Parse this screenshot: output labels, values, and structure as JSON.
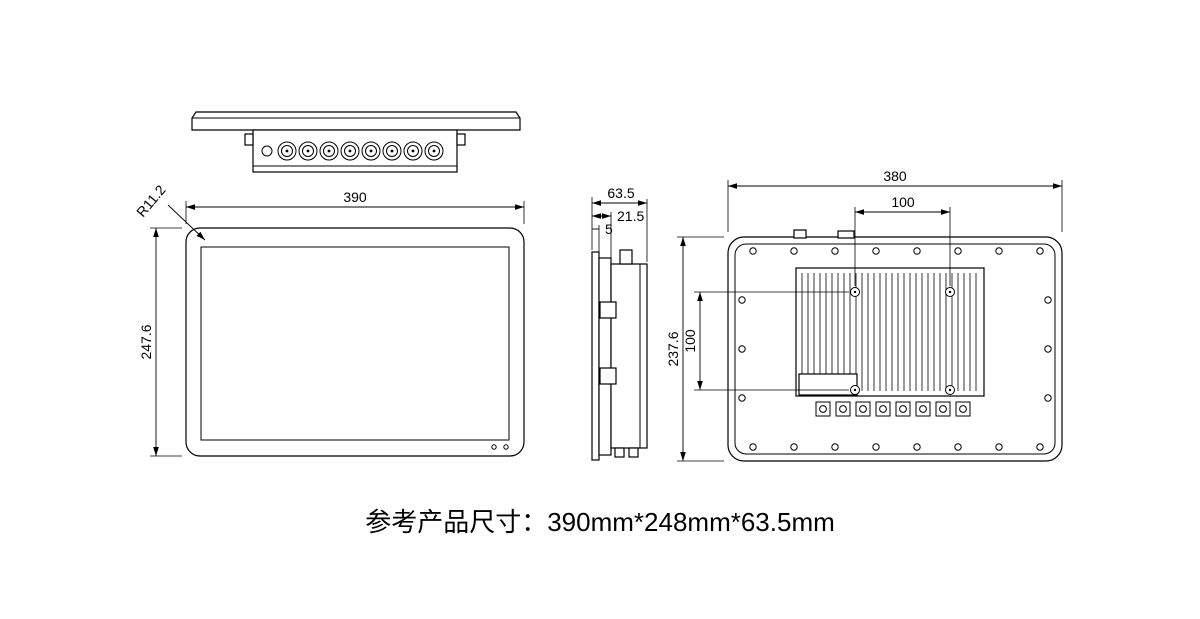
{
  "caption": "参考产品尺寸：390mm*248mm*63.5mm",
  "dims": {
    "front_width": "390",
    "front_height": "247.6",
    "corner_radius": "R11.2",
    "depth_overall": "63.5",
    "depth_front": "21.5",
    "depth_bezel": "5",
    "rear_width": "380",
    "rear_height": "237.6",
    "vesa_width": "100",
    "vesa_height": "100"
  }
}
